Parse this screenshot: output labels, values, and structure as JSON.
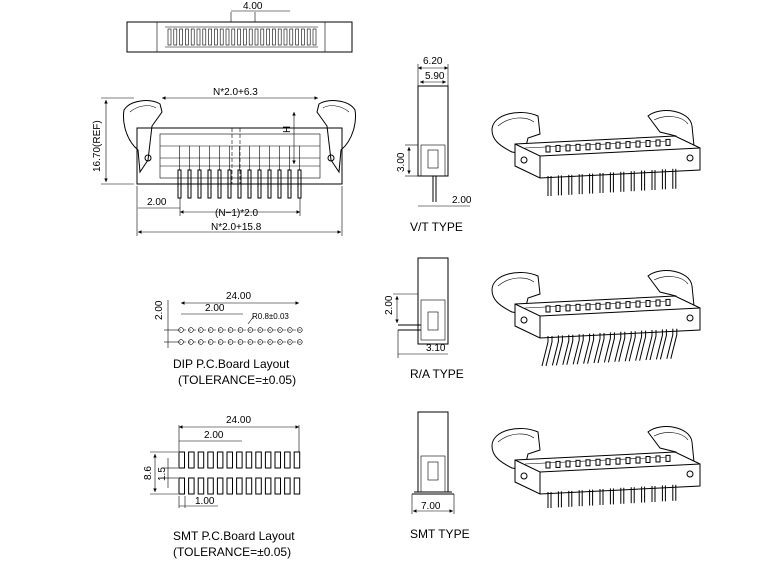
{
  "top_view": {
    "dim_width": "4.00"
  },
  "front_view": {
    "dim_top": "N*2.0+6.3",
    "dim_height": "16.70(REF)",
    "dim_h": "H",
    "dim_pitch": "2.00",
    "dim_span": "(N−1)*2.0",
    "dim_bottom": "N*2.0+15.8"
  },
  "vt_side": {
    "dim_outer": "6.20",
    "dim_inner": "5.90",
    "dim_height": "3.00",
    "dim_pitch": "2.00",
    "caption": "V/T  TYPE"
  },
  "ra_side": {
    "dim_height": "2.00",
    "dim_depth": "3.10",
    "caption": "R/A  TYPE"
  },
  "smt_side": {
    "dim_width": "7.00",
    "caption": "SMT  TYPE"
  },
  "dip_layout": {
    "dim_total": "24.00",
    "dim_pitch": "2.00",
    "dim_row": "2.00",
    "dim_hole": "R0.8±0.03",
    "caption": "DIP  P.C.Board  Layout",
    "tolerance": "(TOLERANCE=±0.05)"
  },
  "smt_layout": {
    "dim_total": "24.00",
    "dim_pitch": "2.00",
    "dim_height": "8.6",
    "dim_pad": "1.5",
    "dim_pad_width": "1.00",
    "caption": "SMT  P.C.Board  Layout",
    "tolerance": "(TOLERANCE=±0.05)"
  }
}
